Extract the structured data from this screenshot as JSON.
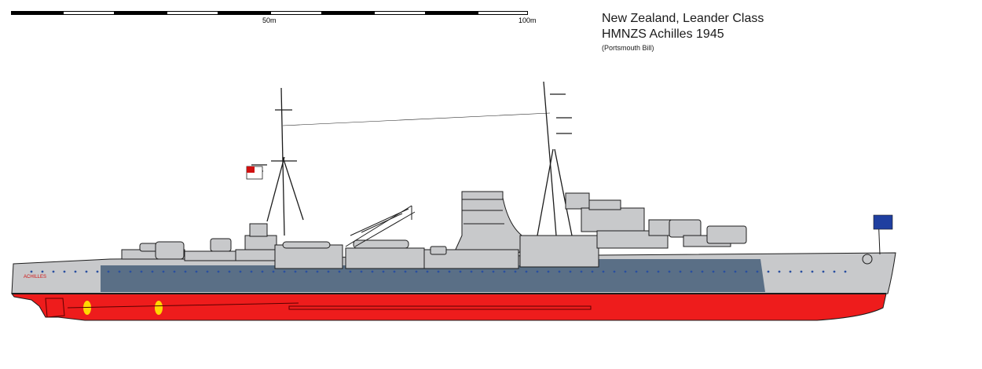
{
  "scale": {
    "label_mid": "50m",
    "label_end": "100m"
  },
  "title": {
    "line1": "New Zealand, Leander Class",
    "line2": "HMNZS Achilles 1945",
    "credit": "(Portsmouth Bill)"
  },
  "ship": {
    "hull_name": "ACHILLES",
    "colors": {
      "upper_grey": "#c8c9cb",
      "dark_band": "#5a6f86",
      "antifouling": "#ee1c1c",
      "porthole": "#2a4f9f",
      "propeller": "#ffd800",
      "outline": "#1c1c1c",
      "ensign_blue": "#1f3fa0",
      "ensign_red": "#d01010"
    }
  }
}
